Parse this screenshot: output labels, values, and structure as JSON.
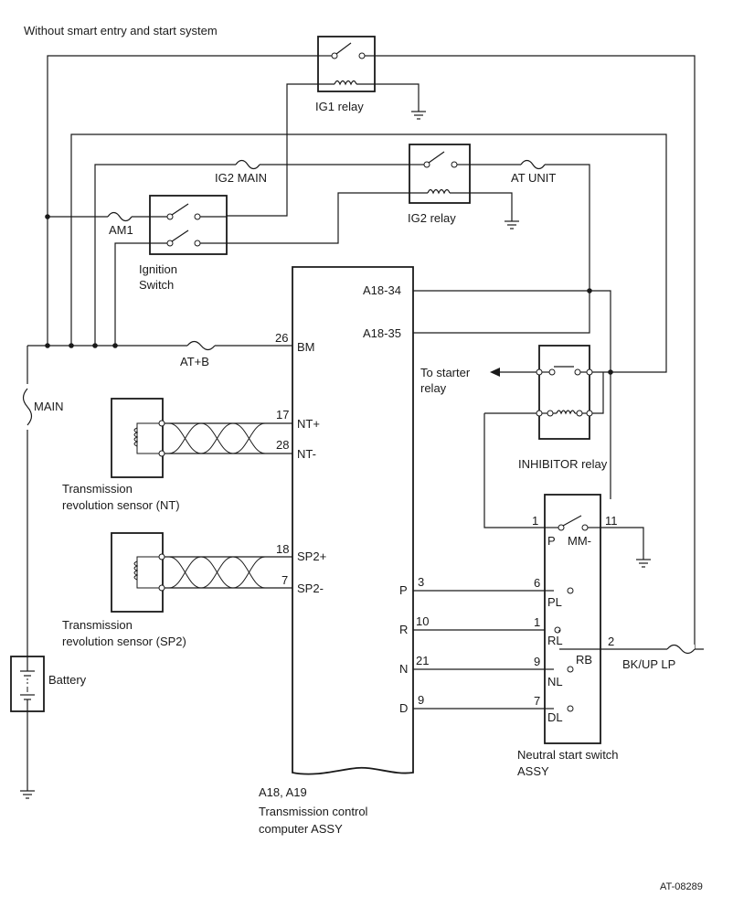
{
  "header": {
    "note": "Without smart entry and start system"
  },
  "footer": {
    "figure_id": "AT-08289"
  },
  "relays": {
    "ig1": "IG1 relay",
    "ig2": "IG2 relay",
    "inhibitor": "INHIBITOR relay"
  },
  "fuses": {
    "ig2_main": "IG2 MAIN",
    "at_unit": "AT UNIT",
    "am1": "AM1",
    "at_b": "AT+B",
    "main": "MAIN",
    "bk_up_lp": "BK/UP LP"
  },
  "ignition_switch": {
    "line1": "Ignition",
    "line2": "Switch"
  },
  "battery": "Battery",
  "starter": {
    "line1": "To starter",
    "line2": "relay"
  },
  "ecu": {
    "connectors": "A18, A19",
    "name_line1": "Transmission control",
    "name_line2": "computer ASSY",
    "terminals": {
      "a18_34": "A18-34",
      "a18_35": "A18-35",
      "bm": "BM",
      "ntp": "NT+",
      "ntm": "NT-",
      "sp2p": "SP2+",
      "sp2m": "SP2-",
      "p": "P",
      "r": "R",
      "n": "N",
      "d": "D"
    },
    "pins": {
      "bm": "26",
      "ntp": "17",
      "ntm": "28",
      "sp2p": "18",
      "sp2m": "7",
      "p": "3",
      "r": "10",
      "n": "21",
      "d": "9"
    }
  },
  "sensors": {
    "nt_line1": "Transmission",
    "nt_line2": "revolution sensor (NT)",
    "sp2_line1": "Transmission",
    "sp2_line2": "revolution sensor (SP2)"
  },
  "neutral_switch": {
    "name_line1": "Neutral start switch",
    "name_line2": "ASSY",
    "terminals": {
      "p": "P",
      "mm": "MM-",
      "pl": "PL",
      "rl": "RL",
      "rb": "RB",
      "nl": "NL",
      "dl": "DL"
    },
    "pins": {
      "p": "1",
      "mm": "11",
      "pl": "6",
      "rl": "1",
      "rb": "2",
      "nl": "9",
      "dl": "7"
    }
  }
}
